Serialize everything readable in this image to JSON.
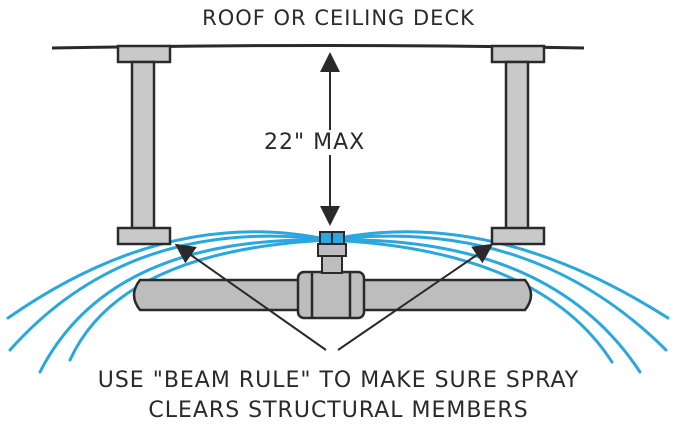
{
  "labels": {
    "deck": "ROOF OR CEILING DECK",
    "dimension": "22\" MAX",
    "caption_line1": "USE \"BEAM RULE\" TO MAKE SURE SPRAY",
    "caption_line2": "CLEARS STRUCTURAL MEMBERS"
  },
  "colors": {
    "spray": "#2aa7dd",
    "beam": "#c9c9c9",
    "pipe": "#bdbdbd",
    "ink": "#2a2a2a"
  }
}
